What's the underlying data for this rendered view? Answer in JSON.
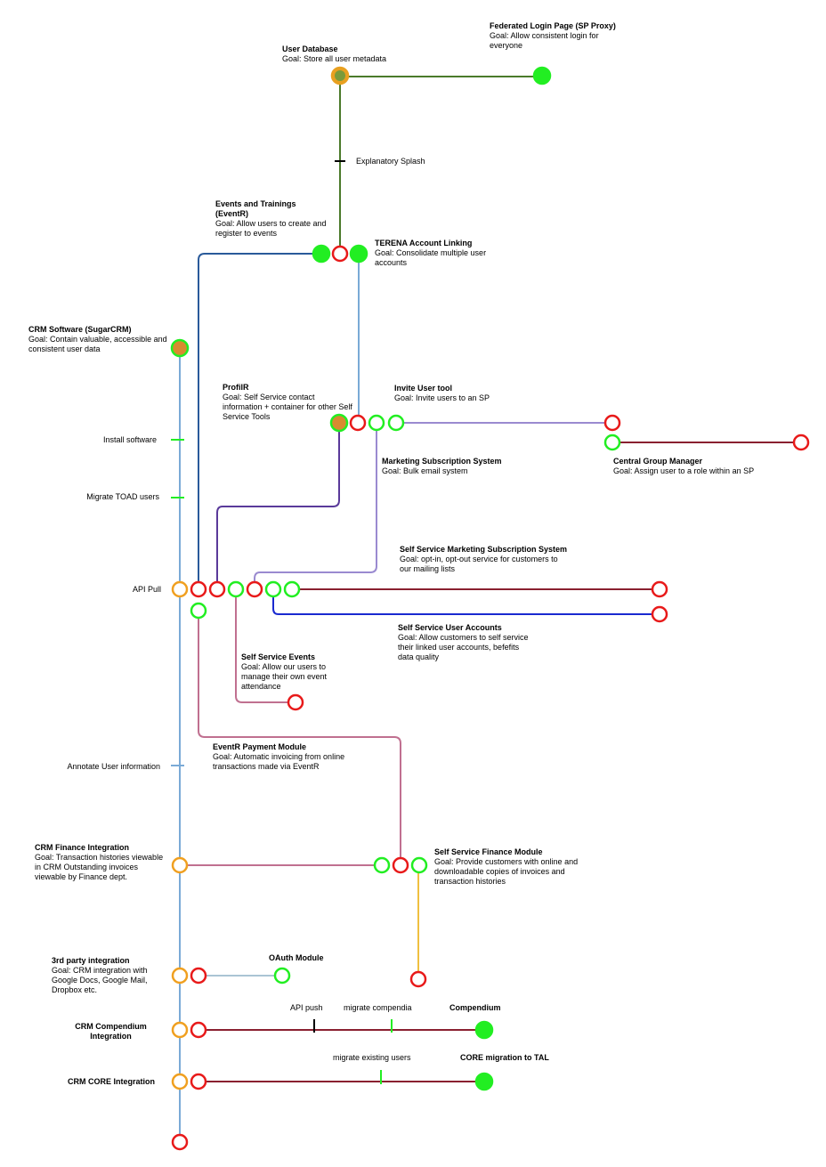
{
  "colors": {
    "done": "#22ee22",
    "in_progress": "#e8a020",
    "todo": "#e81a1a",
    "line_green": "#4a7a2a",
    "line_blue_dark": "#2a5a9a",
    "line_blue_light": "#7aaad6",
    "line_purple": "#5a3a9a",
    "line_lavender": "#9a8ad0",
    "line_maroon": "#8a2030",
    "line_navy": "#1a2ad0",
    "line_pink": "#c07090",
    "line_yellow": "#f0c040",
    "line_grey": "#aac4d4"
  },
  "nodes": {
    "user_db": {
      "title": "User Database",
      "goal": "Goal: Store all user metadata"
    },
    "federated": {
      "title": "Federated Login Page (SP Proxy)",
      "goal": "Goal: Allow consistent login for everyone"
    },
    "eventr": {
      "title": "Events and Trainings (EventR)",
      "goal": "Goal: Allow users to create and register to events"
    },
    "terena": {
      "title": "TERENA Account Linking",
      "goal": "Goal: Consolidate multiple user accounts"
    },
    "crm": {
      "title": "CRM Software (SugarCRM)",
      "goal": "Goal: Contain valuable, accessible and consistent user data"
    },
    "profilr": {
      "title": "ProfilR",
      "goal": "Goal: Self Service contact information + container for other Self Service Tools"
    },
    "invite": {
      "title": "Invite User tool",
      "goal": "Goal: Invite users to an SP"
    },
    "cgm": {
      "title": "Central Group Manager",
      "goal": "Goal: Assign user to a role within an SP"
    },
    "marketing": {
      "title": "Marketing Subscription System",
      "goal": "Goal: Bulk email system"
    },
    "ss_marketing": {
      "title": "Self Service Marketing Subscription System",
      "goal": "Goal: opt-in, opt-out service for customers to our mailing lists"
    },
    "ss_accounts": {
      "title": "Self Service User Accounts",
      "goal": "Goal: Allow customers to self service their linked user accounts, befefits data quality"
    },
    "ss_events": {
      "title": "Self Service Events",
      "goal": "Goal: Allow our users to manage their own event attendance"
    },
    "eventr_payment": {
      "title": "EventR Payment Module",
      "goal": "Goal: Automatic invoicing from online transactions made via EventR"
    },
    "crm_finance": {
      "title": "CRM Finance Integration",
      "goal": "Goal: Transaction histories viewable in CRM Outstanding invoices viewable by Finance dept."
    },
    "ss_finance": {
      "title": "Self Service Finance Module",
      "goal": "Goal: Provide customers with online and downloadable copies of invoices and transaction histories"
    },
    "third_party": {
      "title": "3rd party integration",
      "goal": "Goal: CRM integration with Google Docs, Google Mail, Dropbox etc."
    },
    "oauth": {
      "title": "OAuth Module",
      "goal": ""
    },
    "crm_compendium": {
      "title": "CRM Compendium Integration",
      "goal": ""
    },
    "compendium": {
      "title": "Compendium",
      "goal": ""
    },
    "crm_core": {
      "title": "CRM CORE Integration",
      "goal": ""
    },
    "core_tal": {
      "title": "CORE migration to TAL",
      "goal": ""
    }
  },
  "annotations": {
    "explanatory_splash": "Explanatory Splash",
    "install_software": "Install software",
    "migrate_toad": "Migrate TOAD users",
    "api_pull": "API Pull",
    "annotate_user": "Annotate User information",
    "api_push": "API push",
    "migrate_compendia": "migrate compendia",
    "migrate_existing": "migrate existing users"
  }
}
